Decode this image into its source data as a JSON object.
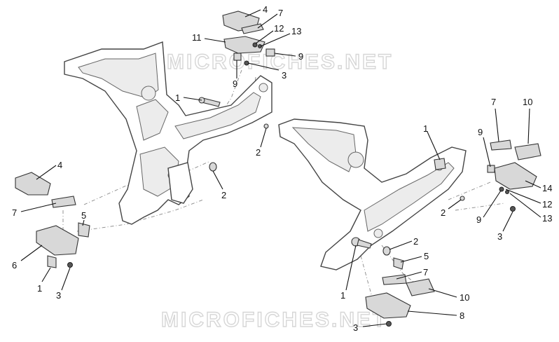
{
  "watermark": {
    "top": "MICROFICHES.NET",
    "bottom": "MICROFICHES.NET"
  },
  "callouts": [
    {
      "id": "c-4-top",
      "text": "4"
    },
    {
      "id": "c-7-top",
      "text": "7"
    },
    {
      "id": "c-11-top",
      "text": "11"
    },
    {
      "id": "c-12-top",
      "text": "12"
    },
    {
      "id": "c-13-top",
      "text": "13"
    },
    {
      "id": "c-9-top-r",
      "text": "9"
    },
    {
      "id": "c-9-top-l",
      "text": "9"
    },
    {
      "id": "c-3-top",
      "text": "3"
    },
    {
      "id": "c-1-left-frame",
      "text": "1"
    },
    {
      "id": "c-2-left-frame-a",
      "text": "2"
    },
    {
      "id": "c-2-left-frame-b",
      "text": "2"
    },
    {
      "id": "c-4-left",
      "text": "4"
    },
    {
      "id": "c-7-left",
      "text": "7"
    },
    {
      "id": "c-5-left",
      "text": "5"
    },
    {
      "id": "c-6-left",
      "text": "6"
    },
    {
      "id": "c-1-left",
      "text": "1"
    },
    {
      "id": "c-3-left",
      "text": "3"
    },
    {
      "id": "c-1-right-frame",
      "text": "1"
    },
    {
      "id": "c-7-right",
      "text": "7"
    },
    {
      "id": "c-10-right",
      "text": "10"
    },
    {
      "id": "c-9-right-a",
      "text": "9"
    },
    {
      "id": "c-14-right",
      "text": "14"
    },
    {
      "id": "c-12-right",
      "text": "12"
    },
    {
      "id": "c-13-right",
      "text": "13"
    },
    {
      "id": "c-9-right-b",
      "text": "9"
    },
    {
      "id": "c-3-right",
      "text": "3"
    },
    {
      "id": "c-2-right-frame-a",
      "text": "2"
    },
    {
      "id": "c-2-right-frame-b",
      "text": "2"
    },
    {
      "id": "c-5-bottom",
      "text": "5"
    },
    {
      "id": "c-7-bottom",
      "text": "7"
    },
    {
      "id": "c-1-bottom",
      "text": "1"
    },
    {
      "id": "c-10-bottom",
      "text": "10"
    },
    {
      "id": "c-8-bottom",
      "text": "8"
    },
    {
      "id": "c-3-bottom",
      "text": "3"
    }
  ]
}
